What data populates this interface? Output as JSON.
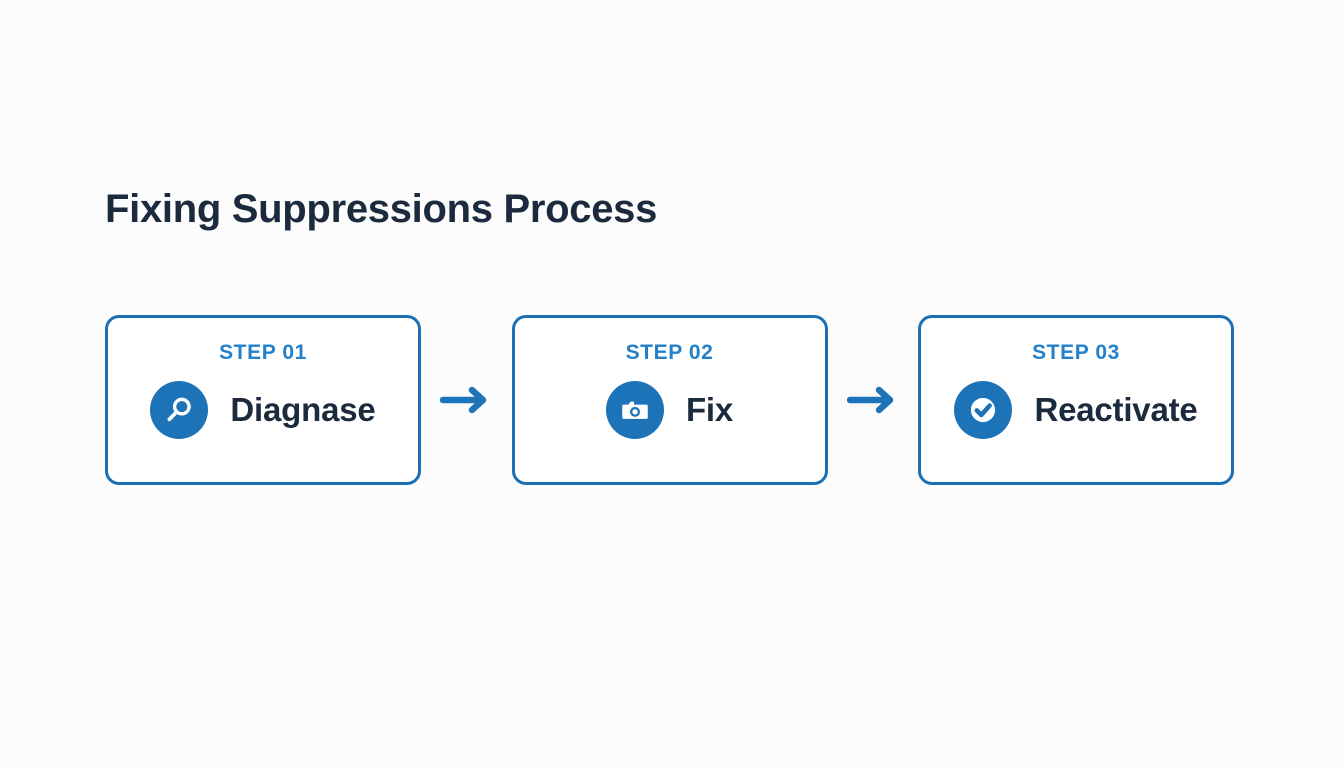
{
  "page": {
    "title": "Fixing Suppressions Process",
    "background_color": "#fcfcfd",
    "title_color": "#1b2a3d",
    "accent_color": "#1a6fb5",
    "kicker_color": "#2480c8",
    "icon_badge_color": "#1c73b8"
  },
  "steps": [
    {
      "kicker": "STEP 01",
      "label": "Diagnase",
      "icon": "search-icon"
    },
    {
      "kicker": "STEP 02",
      "label": "Fix",
      "icon": "camera-icon"
    },
    {
      "kicker": "STEP 03",
      "label": "Reactivate",
      "icon": "check-circle-icon"
    }
  ],
  "connectors": [
    {
      "icon": "arrow-right-icon"
    },
    {
      "icon": "arrow-right-icon"
    }
  ]
}
